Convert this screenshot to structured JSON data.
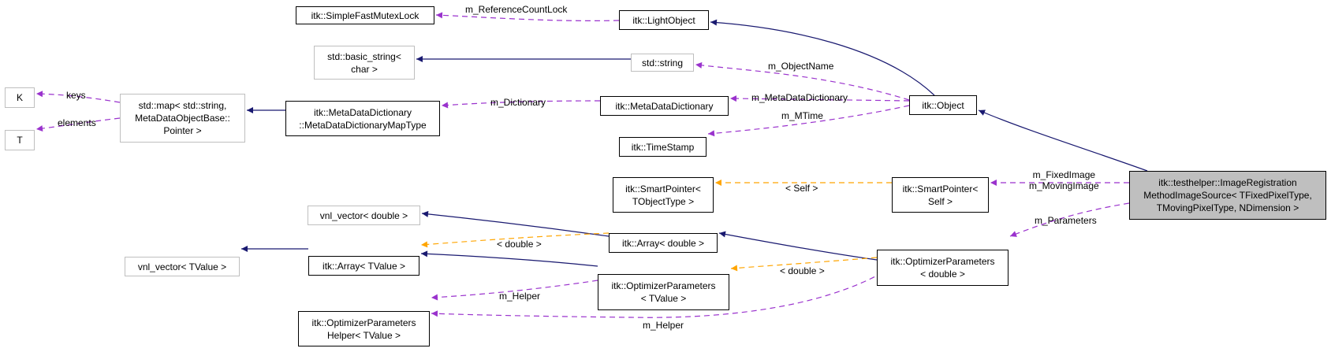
{
  "colors": {
    "inheritance": "#191970",
    "usage": "#9a32cd",
    "template": "#ffa500",
    "focus_fill": "#bfbfbf",
    "external_border": "#bfbfbf"
  },
  "nodes": {
    "mutex": {
      "lines": [
        "itk::SimpleFastMutexLock"
      ]
    },
    "lightobject": {
      "lines": [
        "itk::LightObject"
      ]
    },
    "basic_string": {
      "lines": [
        "std::basic_string<",
        "char >"
      ]
    },
    "std_string": {
      "lines": [
        "std::string"
      ]
    },
    "k": {
      "lines": [
        "K"
      ]
    },
    "t": {
      "lines": [
        "T"
      ]
    },
    "std_map": {
      "lines": [
        "std::map< std::string,",
        "MetaDataObjectBase::",
        "Pointer >"
      ]
    },
    "mdd_maptype": {
      "lines": [
        "itk::MetaDataDictionary",
        "::MetaDataDictionaryMapType"
      ]
    },
    "mdd": {
      "lines": [
        "itk::MetaDataDictionary"
      ]
    },
    "object": {
      "lines": [
        "itk::Object"
      ]
    },
    "timestamp": {
      "lines": [
        "itk::TimeStamp"
      ]
    },
    "sp_tobj": {
      "lines": [
        "itk::SmartPointer<",
        "TObjectType >"
      ]
    },
    "sp_self": {
      "lines": [
        "itk::SmartPointer<",
        "Self >"
      ]
    },
    "focus": {
      "lines": [
        "itk::testhelper::ImageRegistration",
        "MethodImageSource< TFixedPixelType,",
        "TMovingPixelType, NDimension >"
      ]
    },
    "vnl_double": {
      "lines": [
        "vnl_vector< double >"
      ]
    },
    "array_double": {
      "lines": [
        "itk::Array< double >"
      ]
    },
    "vnl_tvalue": {
      "lines": [
        "vnl_vector< TValue >"
      ]
    },
    "array_tvalue": {
      "lines": [
        "itk::Array< TValue >"
      ]
    },
    "op_double": {
      "lines": [
        "itk::OptimizerParameters",
        "< double >"
      ]
    },
    "op_tvalue": {
      "lines": [
        "itk::OptimizerParameters",
        "< TValue >"
      ]
    },
    "oph_tvalue": {
      "lines": [
        "itk::OptimizerParameters",
        "Helper< TValue >"
      ]
    }
  },
  "edge_labels": {
    "refcount": [
      "m_ReferenceCountLock"
    ],
    "objectname": [
      "m_ObjectName"
    ],
    "keys": [
      "keys"
    ],
    "elements": [
      "elements"
    ],
    "dictionary": [
      "m_Dictionary"
    ],
    "mdd": [
      "m_MetaDataDictionary"
    ],
    "mtime": [
      "m_MTime"
    ],
    "self": [
      "< Self >"
    ],
    "fixmov": [
      "m_FixedImage",
      "m_MovingImage"
    ],
    "params": [
      "m_Parameters"
    ],
    "dbl1": [
      "< double >"
    ],
    "dbl2": [
      "< double >"
    ],
    "helper1": [
      "m_Helper"
    ],
    "helper2": [
      "m_Helper"
    ]
  }
}
